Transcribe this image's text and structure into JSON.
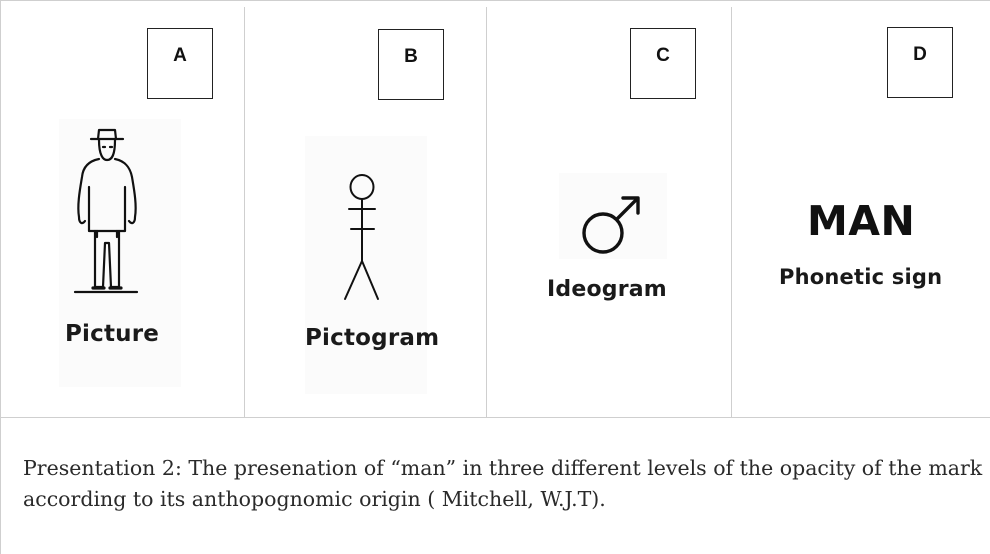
{
  "panels": [
    {
      "letter": "A",
      "label": "Picture"
    },
    {
      "letter": "B",
      "label": "Pictogram"
    },
    {
      "letter": "C",
      "label": "Ideogram",
      "symbol": "♂"
    },
    {
      "letter": "D",
      "label": "Phonetic sign",
      "word": "MAN"
    }
  ],
  "caption": {
    "line1": "Presentation 2: The presenation of “man” in three different levels of the opacity of the mark",
    "line2": "according to its anthopognomic origin ( Mitchell, W.J.T)."
  }
}
